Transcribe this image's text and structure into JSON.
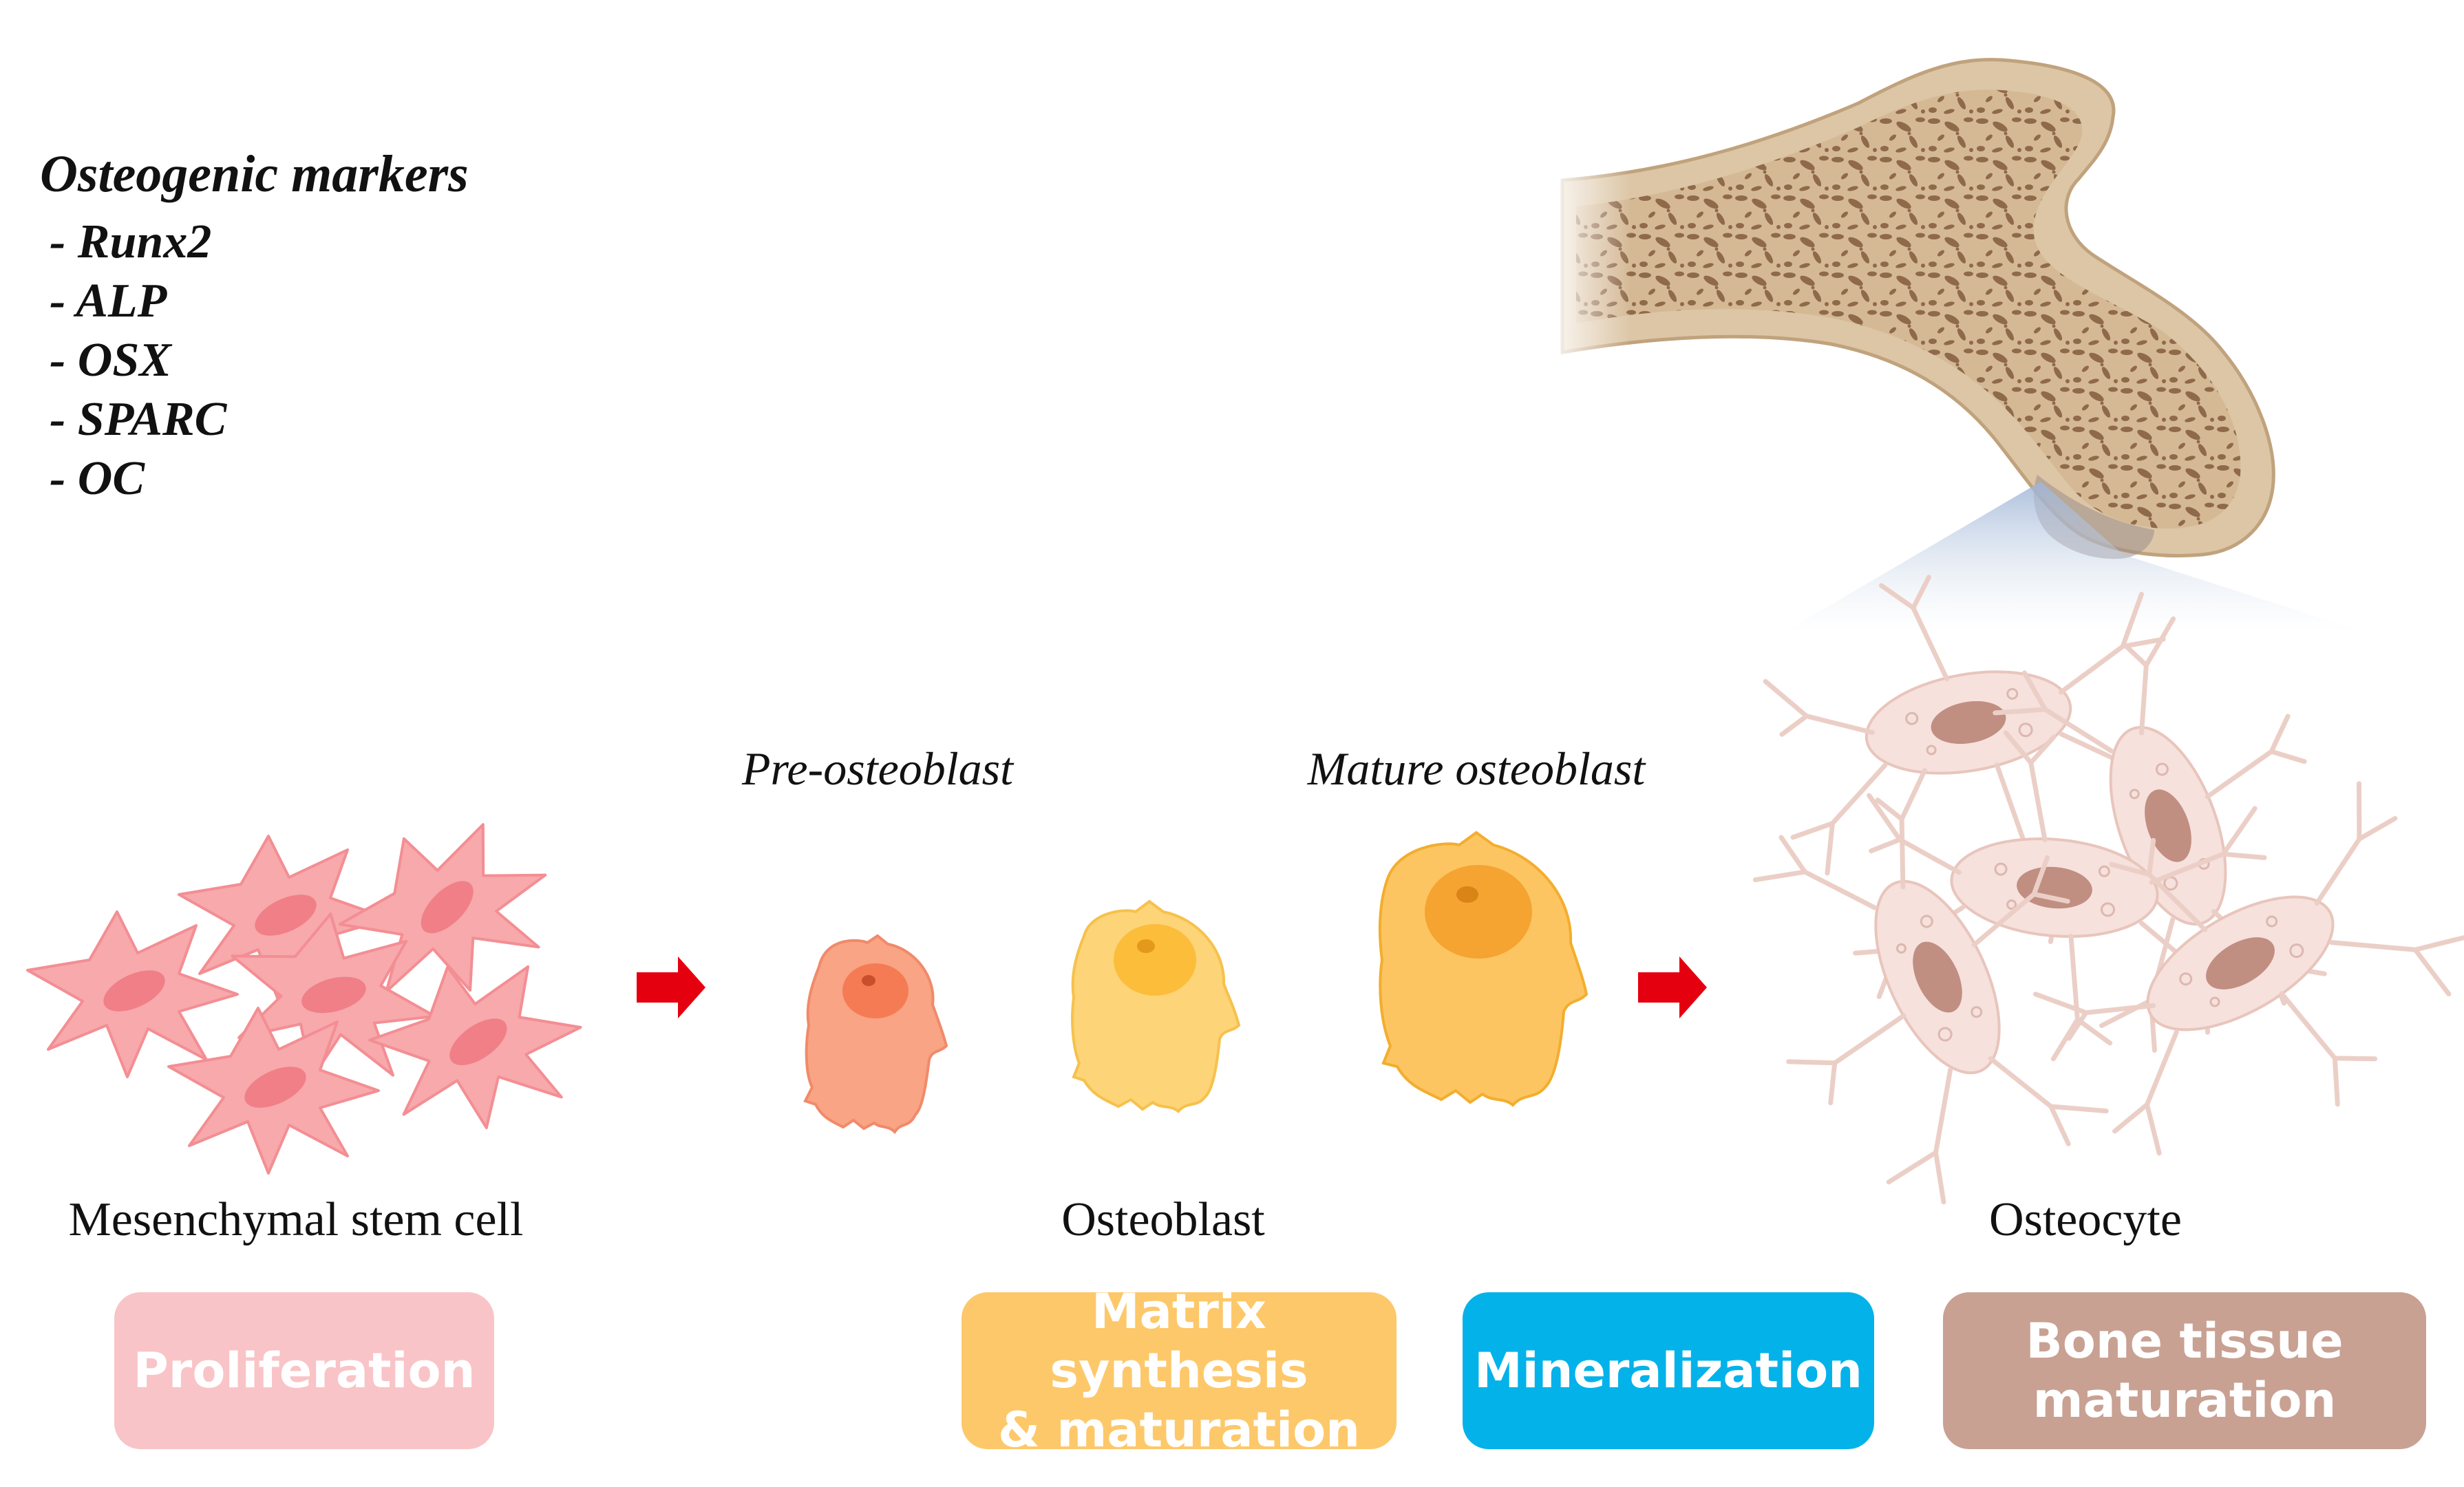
{
  "markers": {
    "title": "Osteogenic markers",
    "items": [
      "- Runx2",
      "- ALP",
      "- OSX",
      "- SPARC",
      "- OC"
    ]
  },
  "stage_labels": {
    "pre_osteoblast": "Pre-osteoblast",
    "mature_osteoblast": "Mature osteoblast"
  },
  "cell_labels": {
    "msc": "Mesenchymal stem cell",
    "osteoblast": "Osteoblast",
    "osteocyte": "Osteocyte"
  },
  "boxes": {
    "proliferation": "Proliferation",
    "matrix_line1": "Matrix synthesis",
    "matrix_line2": "& maturation",
    "mineralization": "Mineralization",
    "bone_line1": "Bone tissue",
    "bone_line2": "maturation"
  },
  "colors": {
    "msc_cell": "#f7a9ac",
    "pre_osteoblast": "#f9a484",
    "osteoblast_mid": "#fdd477",
    "osteoblast_mature": "#fcc561",
    "osteocyte": "#f6e1dc",
    "arrow": "#e4000f",
    "bone": "#d4b998",
    "box_proliferation": "#f9c4c7",
    "box_matrix": "#fdc86a",
    "box_mineralization": "#04b2ea",
    "box_bone": "#c8a193"
  }
}
